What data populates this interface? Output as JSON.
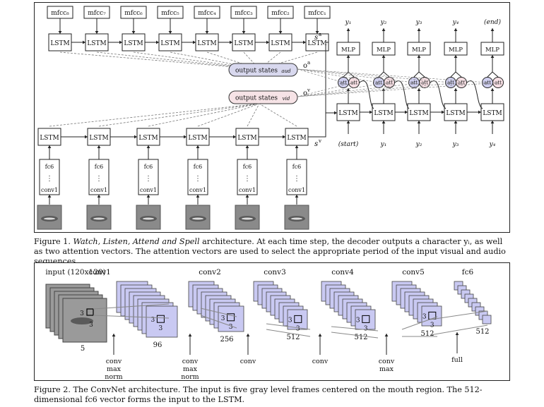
{
  "fig1": {
    "mfcc_labels": [
      "mfcc₈",
      "mfcc₇",
      "mfcc₆",
      "mfcc₅",
      "mfcc₄",
      "mfcc₃",
      "mfcc₂",
      "mfcc₁"
    ],
    "lstm_label": "LSTM",
    "s_a": "s",
    "s_a_sup": "a",
    "s_v": "s",
    "s_v_sup": "v",
    "o_a": "o",
    "o_a_sup": "a",
    "o_v": "o",
    "o_v_sup": "v",
    "output_states": "output states",
    "aud": "aud",
    "vid": "vid",
    "fc6": "fc6",
    "conv1": "conv1",
    "vdots": "⋮",
    "mlp": "MLP",
    "att": "att",
    "outputs": [
      "y₁",
      "y₂",
      "y₃",
      "y₄",
      "(end)"
    ],
    "inputs": [
      "(start)",
      "y₁",
      "y₂",
      "y₃",
      "y₄"
    ],
    "caption_prefix": "Figure 1.",
    "caption_title": "Watch, Listen, Attend and Spell",
    "caption_rest": "architecture.  At each time step, the decoder outputs a character yᵢ, as well as two attention vectors. The attention vectors are used to select the appropriate period of the input visual and audio sequences."
  },
  "fig2": {
    "input_title": "input (120x120)",
    "layers": [
      {
        "name": "conv1",
        "size": "96",
        "ops": "conv\nmax\nnorm"
      },
      {
        "name": "conv2",
        "size": "256",
        "ops": "conv\nmax\nnorm"
      },
      {
        "name": "conv3",
        "size": "512",
        "ops": "conv"
      },
      {
        "name": "conv4",
        "size": "512",
        "ops": "conv"
      },
      {
        "name": "conv5",
        "size": "512",
        "ops": "conv\nmax"
      },
      {
        "name": "fc6",
        "size": "512",
        "ops": "full"
      }
    ],
    "input_depth": "5",
    "kernel": "3",
    "caption": "Figure 2. The ConvNet architecture.  The input is five gray level frames centered on the mouth region.  The 512-dimensional fc6 vector forms the input to the LSTM."
  },
  "colors": {
    "layer_fill": "#c9c9f2",
    "pill_fill": "#d8d8ee",
    "line": "#222222",
    "dash": "#777777"
  }
}
